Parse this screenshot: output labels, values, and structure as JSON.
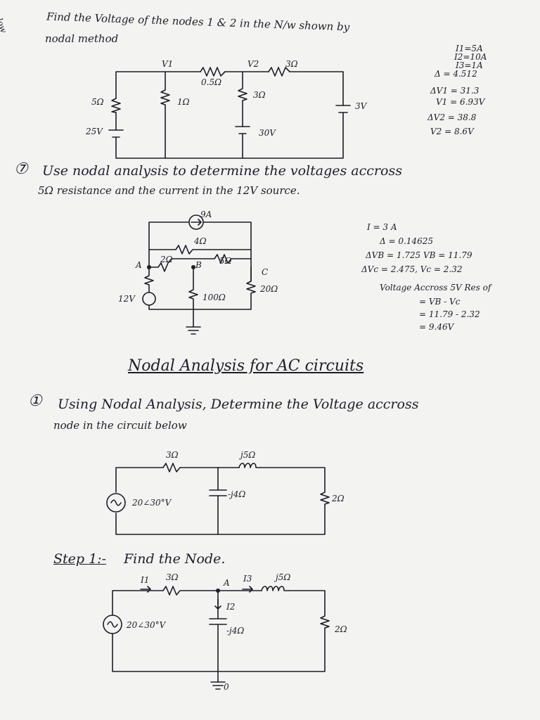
{
  "problem1": {
    "margin_word": "below",
    "line1": "Find the Voltage of the nodes 1 & 2 in the N/w shown by",
    "line2": "nodal method",
    "circuit": {
      "v1": "V1",
      "v2": "V2",
      "r_05": "0.5Ω",
      "r_3_top": "3Ω",
      "r_5": "5Ω",
      "r_1": "1Ω",
      "r_3_mid": "3Ω",
      "v_3": "3V",
      "v_25": "25V",
      "v_30": "30V"
    },
    "results": [
      "I1=5A",
      "I2=10A",
      "I3=1A",
      "Δ = 4.512",
      "ΔV1 = 31.3",
      "V1 = 6.93V",
      "ΔV2 = 38.8",
      "V2 = 8.6V"
    ]
  },
  "problem2": {
    "marker": "⑦",
    "line1": "Use nodal analysis to determine the voltages accross",
    "line2": "5Ω resistance and the current in the 12V source.",
    "circuit": {
      "cs_9a": "9A",
      "r_4": "4Ω",
      "r_2": "2Ω",
      "r_5": "5Ω",
      "r_100": "100Ω",
      "r_20": "20Ω",
      "node_a": "A",
      "node_b": "B",
      "node_c": "C",
      "v_12": "12V"
    },
    "results": [
      "I = 3 A",
      "Δ = 0.14625",
      "ΔVB = 1.725  VB = 11.79",
      "ΔVc = 2.475,  Vc = 2.32",
      "Voltage Accross 5V Res of",
      "= VB - Vc",
      "= 11.79 - 2.32",
      "= 9.46V"
    ]
  },
  "section_title": "Nodal Analysis for AC circuits",
  "problem3": {
    "marker": "①",
    "line1": "Using Nodal Analysis, Determine the Voltage accross",
    "line2": "node in the circuit below",
    "circuit": {
      "r_3": "3Ω",
      "l_j5": "j5Ω",
      "c_j4": "-j4Ω",
      "r_2": "2Ω",
      "src": "20∠30°V"
    }
  },
  "step1": {
    "label": "Step 1:-",
    "text": "Find the Node.",
    "circuit": {
      "i1": "I1",
      "r_3": "3Ω",
      "node_a": "A",
      "i3": "I3",
      "l_j5": "j5Ω",
      "i2": "I2",
      "c_j4": "-j4Ω",
      "r_2": "2Ω",
      "src": "20∠30°V",
      "ground": "0"
    }
  }
}
